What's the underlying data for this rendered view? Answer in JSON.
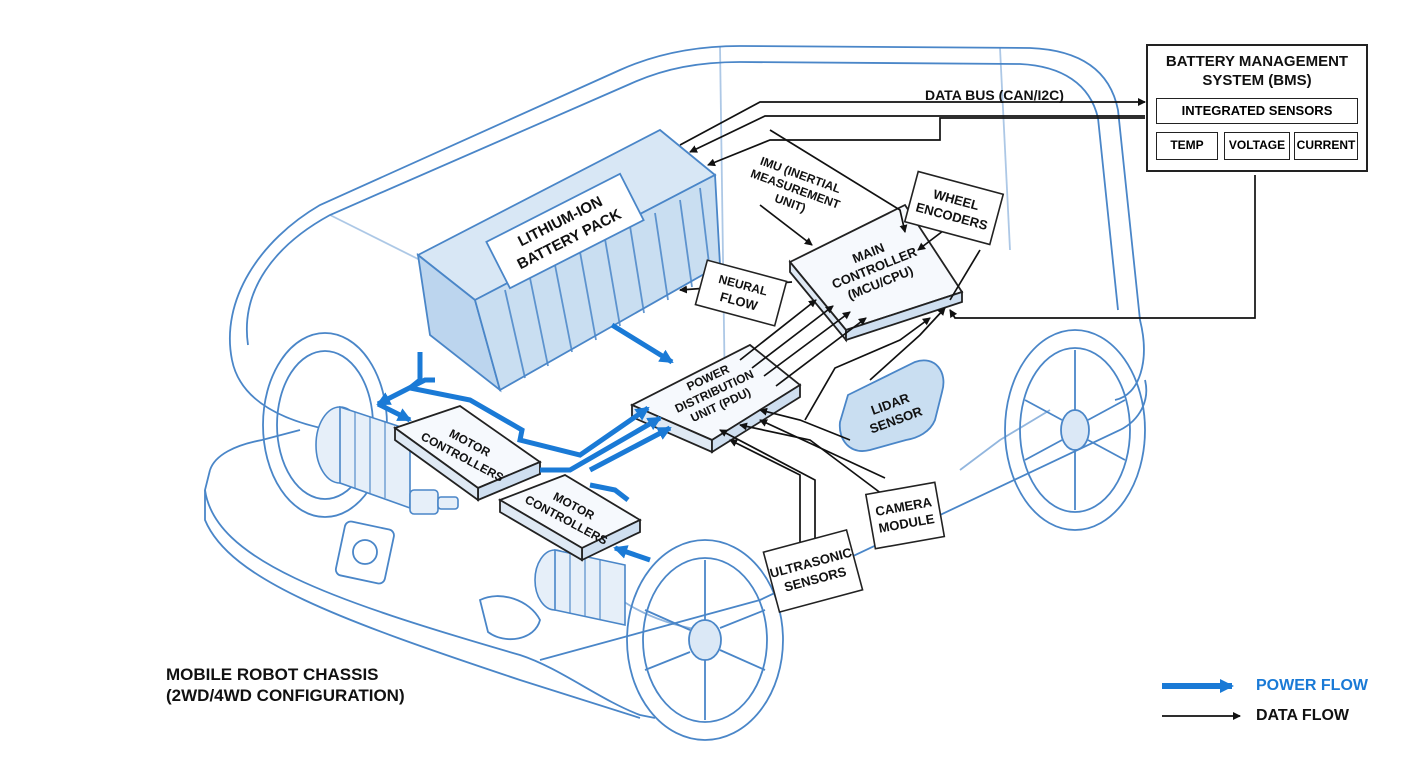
{
  "bms": {
    "title_line1": "BATTERY MANAGEMENT",
    "title_line2": "SYSTEM (BMS)",
    "integrated": "INTEGRATED SENSORS",
    "cells": [
      "TEMP",
      "VOLTAGE",
      "CURRENT"
    ]
  },
  "data_bus": "DATA BUS (CAN/I2C)",
  "battery": {
    "line1": "LITHIUM-ION",
    "line2": "BATTERY PACK"
  },
  "imu": {
    "line1": "IMU (INERTIAL",
    "line2": "MEASUREMENT",
    "line3": "UNIT)"
  },
  "wheel_encoders": {
    "line1": "WHEEL",
    "line2": "ENCODERS"
  },
  "main_controller": {
    "line1": "MAIN",
    "line2": "CONTROLLER",
    "line3": "(MCU/CPU)"
  },
  "neural_flow": {
    "line1": "NEURAL",
    "line2": "FLOW"
  },
  "pdu": {
    "line1": "POWER",
    "line2": "DISTRIBUTION",
    "line3": "UNIT (PDU)"
  },
  "lidar": {
    "line1": "LIDAR",
    "line2": "SENSOR"
  },
  "motor_controllers_left": {
    "line1": "MOTOR",
    "line2": "CONTROLLERS"
  },
  "motor_controllers_right": {
    "line1": "MOTOR",
    "line2": "CONTROLLERS"
  },
  "camera": {
    "line1": "CAMERA",
    "line2": "MODULE"
  },
  "ultrasonic": {
    "line1": "ULTRASONIC",
    "line2": "SENSORS"
  },
  "chassis_caption": {
    "line1": "MOBILE ROBOT CHASSIS",
    "line2": "(2WD/4WD CONFIGURATION)"
  },
  "legend": {
    "power": "POWER FLOW",
    "data": "DATA FLOW"
  },
  "colors": {
    "power": "#1a7ad6",
    "data": "#111111",
    "outline": "#4a86c8",
    "battery_fill": "#c9def1",
    "panel_fill": "#eef4fb"
  }
}
